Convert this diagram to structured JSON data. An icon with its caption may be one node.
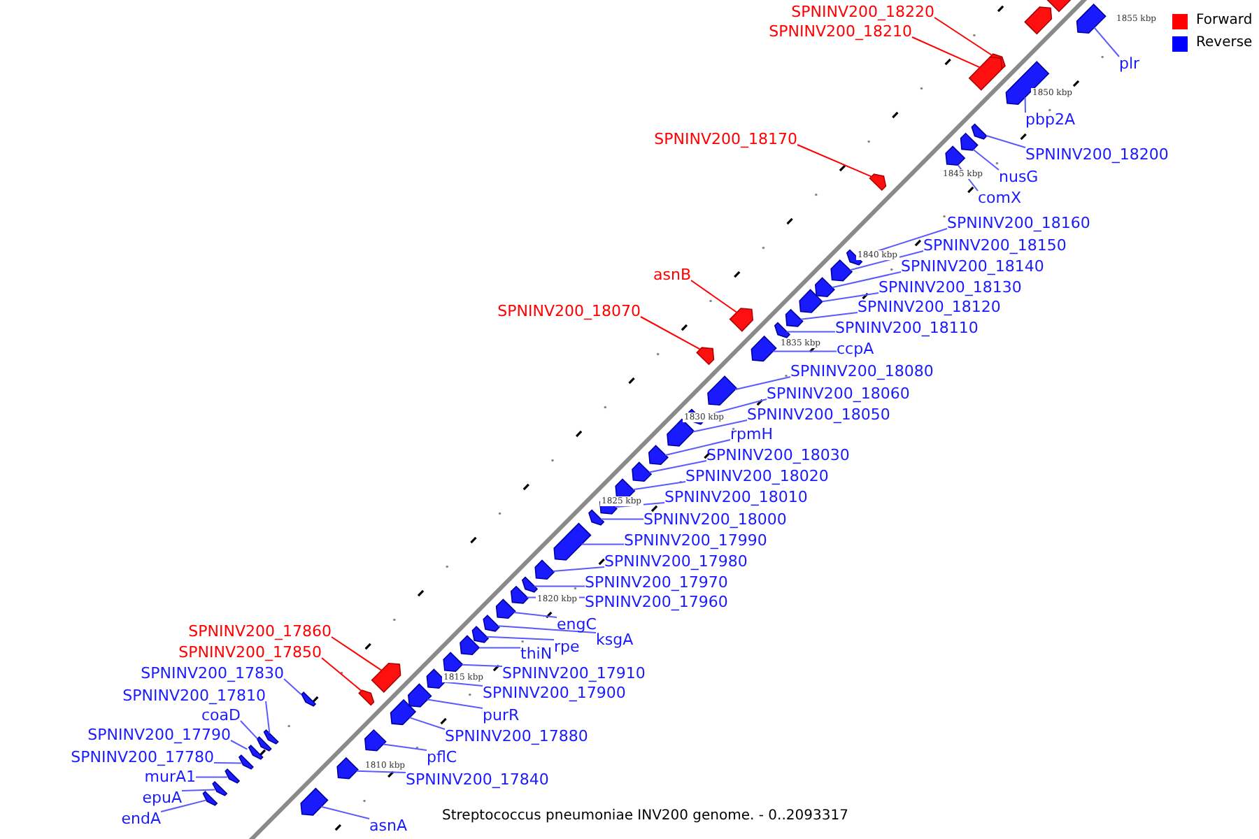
{
  "diagram": {
    "caption": "Streptococcus pneumoniae INV200 genome. - 0..2093317",
    "nodes": [
      {
        "text": [],
        "shape": "box"
      },
      {
        "text": [],
        "shape": "box"
      },
      {
        "text": [
          "SPNINV200_18220"
        ]
      },
      {
        "text": [],
        "shape": "box"
      },
      {
        "text": [
          "SPNINV200_18210"
        ]
      },
      {
        "text": [],
        "shape": "box"
      },
      {
        "text": [
          "plr"
        ]
      },
      {
        "text": [],
        "shape": "box"
      },
      {
        "text": [
          "pbp2A"
        ]
      },
      {
        "text": [],
        "shape": "box"
      },
      {
        "text": [
          "SPNINV200_18170"
        ]
      },
      {
        "text": [],
        "shape": "box"
      },
      {
        "text": [
          "SPNINV200_18200"
        ]
      },
      {
        "text": [],
        "shape": "box"
      },
      {
        "text": [
          "nusG"
        ]
      },
      {
        "text": [],
        "shape": "box"
      },
      {
        "text": [
          "comX"
        ]
      },
      {
        "text": [],
        "shape": "box"
      },
      {
        "text": [
          "SPNINV200_18160"
        ]
      },
      {
        "text": [],
        "shape": "box"
      },
      {
        "text": [
          "SPNINV200_18150"
        ]
      },
      {
        "text": [],
        "shape": "box"
      },
      {
        "text": [
          "SPNINV200_18140"
        ]
      },
      {
        "text": [],
        "shape": "box"
      },
      {
        "text": [
          "asnB"
        ]
      },
      {
        "text": [],
        "shape": "box"
      },
      {
        "text": [
          "SPNINV200_18130"
        ]
      },
      {
        "text": [],
        "shape": "box"
      },
      {
        "text": [
          "SPNINV200_18120"
        ]
      },
      {
        "text": [],
        "shape": "box"
      },
      {
        "text": [
          "SPNINV200_18070"
        ]
      },
      {
        "text": [],
        "shape": "box"
      },
      {
        "text": [
          "SPNINV200_18110"
        ]
      },
      {
        "text": [],
        "shape": "box"
      },
      {
        "text": [
          "ccpA"
        ]
      },
      {
        "text": [],
        "shape": "box"
      },
      {
        "text": [
          "SPNINV200_18080"
        ]
      },
      {
        "text": [],
        "shape": "box"
      },
      {
        "text": [
          "SPNINV200_18060"
        ]
      },
      {
        "text": [],
        "shape": "box"
      },
      {
        "text": [
          "SPNINV200_18050"
        ]
      },
      {
        "text": [],
        "shape": "box"
      },
      {
        "text": [
          "rpmH"
        ]
      },
      {
        "text": [],
        "shape": "box"
      },
      {
        "text": [
          "SPNINV200_18030"
        ]
      },
      {
        "text": [],
        "shape": "box"
      },
      {
        "text": [
          "SPNINV200_18020"
        ]
      },
      {
        "text": [],
        "shape": "box"
      },
      {
        "text": [
          "SPNINV200_18010"
        ]
      },
      {
        "text": [],
        "shape": "box"
      },
      {
        "text": [
          "SPNINV200_18000"
        ]
      },
      {
        "text": [],
        "shape": "box"
      },
      {
        "text": [
          "SPNINV200_17990"
        ]
      },
      {
        "text": [],
        "shape": "box"
      },
      {
        "text": [
          "SPNINV200_17980"
        ]
      },
      {
        "text": [],
        "shape": "box"
      },
      {
        "text": [
          "SPNINV200_17970"
        ]
      },
      {
        "text": [],
        "shape": "box"
      },
      {
        "text": [
          "SPNINV200_17960"
        ]
      },
      {
        "text": [],
        "shape": "box"
      },
      {
        "text": [
          "engC"
        ]
      },
      {
        "text": [],
        "shape": "box"
      },
      {
        "text": [
          "SPNINV200_17860"
        ]
      },
      {
        "text": [],
        "shape": "box"
      },
      {
        "text": [
          "ksgA"
        ]
      },
      {
        "text": [],
        "shape": "box"
      },
      {
        "text": [
          "rpe"
        ]
      },
      {
        "text": [],
        "shape": "box"
      },
      {
        "text": [
          "thiN"
        ]
      },
      {
        "text": [],
        "shape": "box"
      },
      {
        "text": [
          "SPNINV200_17850"
        ]
      },
      {
        "text": [],
        "shape": "box"
      },
      {
        "text": [
          "SPNINV200_17910"
        ]
      },
      {
        "text": [],
        "shape": "box"
      },
      {
        "text": [
          "SPNINV200_17830"
        ]
      },
      {
        "text": [],
        "shape": "box"
      },
      {
        "text": [
          "SPNINV200_17900"
        ]
      },
      {
        "text": [],
        "shape": "box"
      },
      {
        "text": [
          "SPNINV200_17810"
        ]
      },
      {
        "text": [],
        "shape": "box"
      },
      {
        "text": [
          "purR"
        ]
      },
      {
        "text": [],
        "shape": "box"
      },
      {
        "text": [
          "coaD"
        ]
      },
      {
        "text": [],
        "shape": "box"
      },
      {
        "text": [
          "SPNINV200_17880"
        ]
      },
      {
        "text": [],
        "shape": "box"
      },
      {
        "text": [
          "SPNINV200_17790"
        ]
      },
      {
        "text": [],
        "shape": "box"
      },
      {
        "text": [
          "pflC"
        ]
      },
      {
        "text": [],
        "shape": "box"
      },
      {
        "text": [
          "SPNINV200_17780"
        ]
      },
      {
        "text": [],
        "shape": "box"
      },
      {
        "text": [
          "murA1"
        ]
      },
      {
        "text": [],
        "shape": "box"
      },
      {
        "text": [
          "SPNINV200_17840"
        ]
      },
      {
        "text": [],
        "shape": "box"
      },
      {
        "text": [
          "epuA"
        ]
      },
      {
        "text": [],
        "shape": "box"
      },
      {
        "text": [
          "endA"
        ]
      },
      {
        "text": [],
        "shape": "box"
      },
      {
        "text": [
          "asnA"
        ]
      },
      {
        "text": [],
        "shape": "box"
      }
    ],
    "edges": [
      {
        "from": 2,
        "to": 3,
        "arrow": "none",
        "color": "#ff0000"
      },
      {
        "from": 4,
        "to": 5,
        "arrow": "none",
        "color": "#ff0000"
      },
      {
        "from": 6,
        "to": 7,
        "arrow": "none"
      },
      {
        "from": 8,
        "to": 9,
        "arrow": "none"
      },
      {
        "from": 10,
        "to": 11,
        "arrow": "none",
        "color": "#ff0000"
      },
      {
        "from": 12,
        "to": 13,
        "arrow": "none"
      },
      {
        "from": 14,
        "to": 15,
        "arrow": "none"
      },
      {
        "from": 16,
        "to": 17,
        "arrow": "none"
      },
      {
        "from": 18,
        "to": 19,
        "arrow": "none"
      },
      {
        "from": 20,
        "to": 21,
        "arrow": "none"
      },
      {
        "from": 22,
        "to": 23,
        "arrow": "none"
      },
      {
        "from": 24,
        "to": 25,
        "arrow": "none",
        "color": "#ff0000"
      },
      {
        "from": 26,
        "to": 27,
        "arrow": "none"
      },
      {
        "from": 28,
        "to": 29,
        "arrow": "none"
      },
      {
        "from": 30,
        "to": 31,
        "arrow": "none",
        "color": "#ff0000"
      },
      {
        "from": 32,
        "to": 33,
        "arrow": "none"
      },
      {
        "from": 34,
        "to": 35,
        "arrow": "none"
      },
      {
        "from": 36,
        "to": 37,
        "arrow": "none"
      },
      {
        "from": 38,
        "to": 39,
        "arrow": "none"
      },
      {
        "from": 40,
        "to": 41,
        "arrow": "none"
      },
      {
        "from": 42,
        "to": 43,
        "arrow": "none"
      },
      {
        "from": 44,
        "to": 45,
        "arrow": "none"
      },
      {
        "from": 46,
        "to": 47,
        "arrow": "none"
      },
      {
        "from": 48,
        "to": 49,
        "arrow": "none"
      },
      {
        "from": 50,
        "to": 51,
        "arrow": "none"
      },
      {
        "from": 52,
        "to": 53,
        "arrow": "none"
      },
      {
        "from": 54,
        "to": 55,
        "arrow": "none"
      },
      {
        "from": 56,
        "to": 57,
        "arrow": "none"
      },
      {
        "from": 58,
        "to": 59,
        "arrow": "none"
      },
      {
        "from": 60,
        "to": 61,
        "arrow": "none"
      },
      {
        "from": 62,
        "to": 63,
        "arrow": "none",
        "color": "#ff0000"
      },
      {
        "from": 64,
        "to": 65,
        "arrow": "none"
      },
      {
        "from": 66,
        "to": 67,
        "arrow": "none"
      },
      {
        "from": 68,
        "to": 69,
        "arrow": "none"
      },
      {
        "from": 70,
        "to": 71,
        "arrow": "none",
        "color": "#ff0000"
      },
      {
        "from": 72,
        "to": 73,
        "arrow": "none"
      },
      {
        "from": 74,
        "to": 75,
        "arrow": "none"
      },
      {
        "from": 76,
        "to": 77,
        "arrow": "none"
      },
      {
        "from": 78,
        "to": 79,
        "arrow": "none"
      },
      {
        "from": 80,
        "to": 81,
        "arrow": "none"
      },
      {
        "from": 82,
        "to": 83,
        "arrow": "none"
      },
      {
        "from": 84,
        "to": 85,
        "arrow": "none"
      },
      {
        "from": 86,
        "to": 87,
        "arrow": "none"
      },
      {
        "from": 88,
        "to": 89,
        "arrow": "none"
      },
      {
        "from": 90,
        "to": 91,
        "arrow": "none"
      },
      {
        "from": 92,
        "to": 93,
        "arrow": "none"
      },
      {
        "from": 94,
        "to": 95,
        "arrow": "none"
      },
      {
        "from": 96,
        "to": 97,
        "arrow": "none"
      },
      {
        "from": 98,
        "to": 99,
        "arrow": "none"
      },
      {
        "from": 100,
        "to": 101,
        "arrow": "none"
      }
    ],
    "labels": [
      "1855 kbp",
      "1850 kbp",
      "1845 kbp",
      "1840 kbp",
      "1835 kbp",
      "1830 kbp",
      "1825 kbp",
      "1820 kbp",
      "1815 kbp",
      "1810 kbp"
    ],
    "legend": [
      {
        "text": "Forward",
        "color": "#ff0000"
      },
      {
        "text": "Reverse",
        "color": "#0000ff"
      }
    ]
  }
}
